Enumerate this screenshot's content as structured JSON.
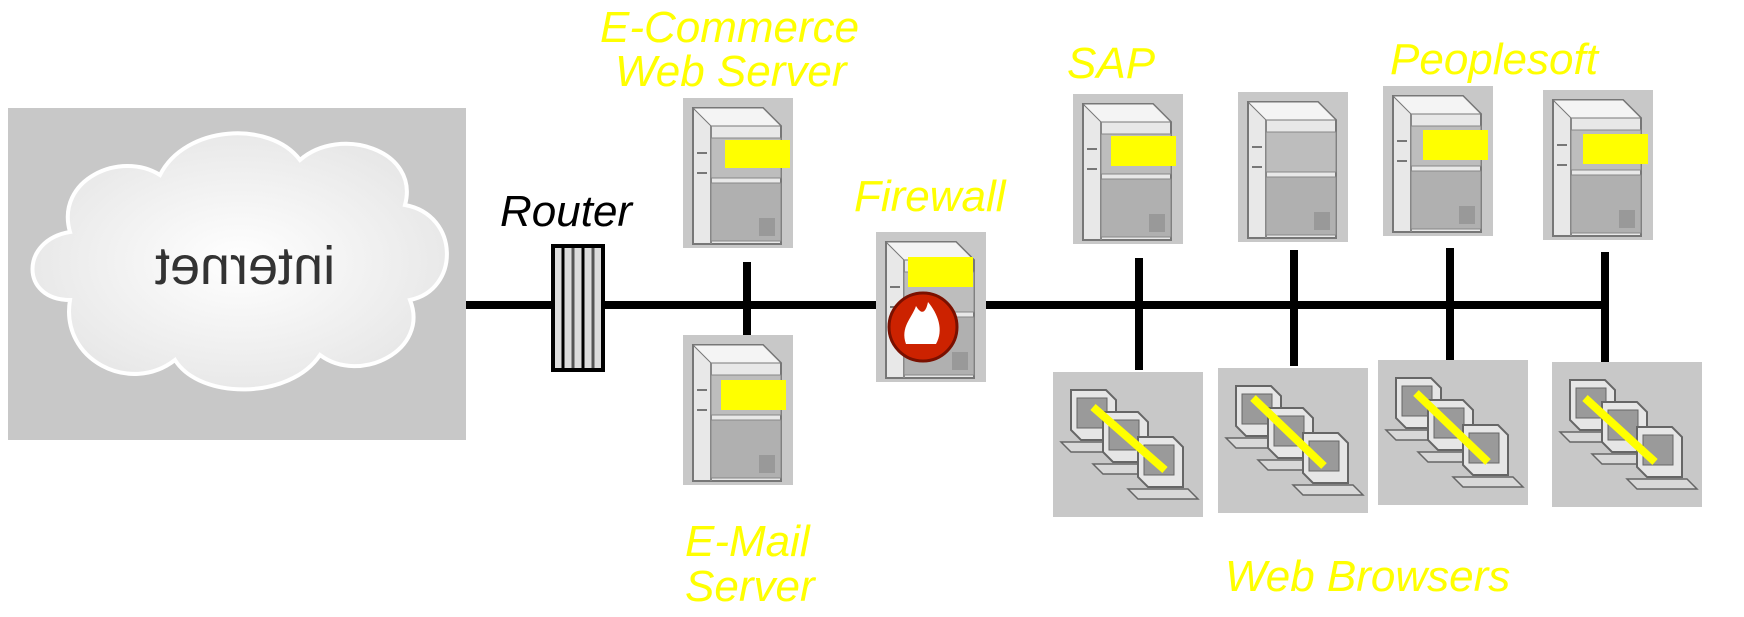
{
  "labels": {
    "internet": "internet",
    "router": "Router",
    "ecommerce": [
      "E-Commerce",
      "Web Server"
    ],
    "email": [
      "E-Mail",
      "Server"
    ],
    "firewall": "Firewall",
    "sap": "SAP",
    "peoplesoft": "Peoplesoft",
    "web_browsers": "Web Browsers"
  },
  "colors": {
    "label_yellow": "#ffff00",
    "label_black": "#000000",
    "line": "#000000",
    "icon_backdrop": "#c8c8c8",
    "firewall_red": "#cc2200"
  }
}
